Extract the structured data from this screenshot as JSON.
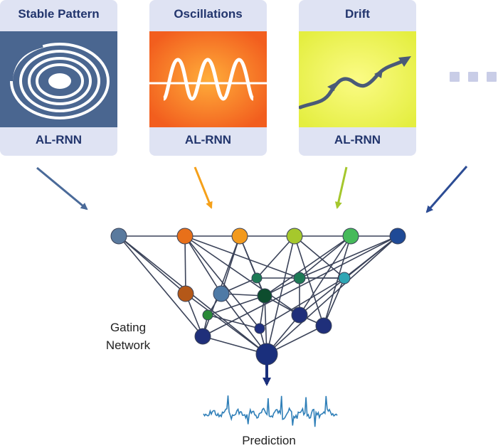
{
  "cards": [
    {
      "title": "Stable Pattern",
      "model": "AL-RNN",
      "panel_color": "#4a6690",
      "icon": "spiral-icon"
    },
    {
      "title": "Oscillations",
      "model": "AL-RNN",
      "panel_color": "#f7792a",
      "icon": "sine-wave-icon"
    },
    {
      "title": "Drift",
      "model": "AL-RNN",
      "panel_color": "#f0f258",
      "icon": "drift-arrow-icon"
    }
  ],
  "more_indicator": "ellipsis-dots-icon",
  "gating": {
    "label_line1": "Gating",
    "label_line2": "Network"
  },
  "prediction": {
    "label": "Prediction",
    "color": "#2f7fb8"
  },
  "colors": {
    "card_bg": "#dfe3f3",
    "title_text": "#22356d",
    "arrow_blue": "#4a6a99",
    "arrow_orange": "#f5a019",
    "arrow_green": "#a5c72d",
    "arrow_navy": "#2c4c94",
    "edge": "#3a4258"
  },
  "network": {
    "nodes": [
      {
        "id": "i1",
        "color": "#5a7a9e"
      },
      {
        "id": "i2",
        "color": "#e8701a"
      },
      {
        "id": "i3",
        "color": "#f29a1e"
      },
      {
        "id": "i4",
        "color": "#a6c82c"
      },
      {
        "id": "i5",
        "color": "#46ba5a"
      },
      {
        "id": "i6",
        "color": "#1f4a96"
      },
      {
        "id": "a1",
        "color": "#1d7a55"
      },
      {
        "id": "a2",
        "color": "#1d7a55"
      },
      {
        "id": "a3",
        "color": "#2fa6b4"
      },
      {
        "id": "b1",
        "color": "#b45818"
      },
      {
        "id": "b2",
        "color": "#4e7aa6"
      },
      {
        "id": "b3",
        "color": "#0d4d2e"
      },
      {
        "id": "c1",
        "color": "#2a8a38"
      },
      {
        "id": "c2",
        "color": "#1f2f7a"
      },
      {
        "id": "c3",
        "color": "#1f2f7a"
      },
      {
        "id": "d1",
        "color": "#1f2f7a"
      },
      {
        "id": "d2",
        "color": "#1f2f80"
      },
      {
        "id": "out",
        "color": "#1a2f7c"
      }
    ],
    "edges": [
      [
        "i1",
        "i6"
      ],
      [
        "i1",
        "d1"
      ],
      [
        "i1",
        "out"
      ],
      [
        "i1",
        "b1"
      ],
      [
        "i2",
        "b1"
      ],
      [
        "i2",
        "a2"
      ],
      [
        "i2",
        "c2"
      ],
      [
        "i2",
        "d2"
      ],
      [
        "i2",
        "b2"
      ],
      [
        "i3",
        "b2"
      ],
      [
        "i3",
        "a1"
      ],
      [
        "i3",
        "b3"
      ],
      [
        "i3",
        "d1"
      ],
      [
        "i4",
        "a1"
      ],
      [
        "i4",
        "c3"
      ],
      [
        "i4",
        "a3"
      ],
      [
        "i4",
        "out"
      ],
      [
        "i5",
        "a2"
      ],
      [
        "i5",
        "c2"
      ],
      [
        "i5",
        "b3"
      ],
      [
        "i5",
        "c3"
      ],
      [
        "i6",
        "a2"
      ],
      [
        "i6",
        "a3"
      ],
      [
        "i6",
        "d1"
      ],
      [
        "i6",
        "out"
      ],
      [
        "i6",
        "c2"
      ],
      [
        "a1",
        "b3"
      ],
      [
        "a1",
        "b2"
      ],
      [
        "a1",
        "a3"
      ],
      [
        "a2",
        "b3"
      ],
      [
        "a2",
        "c2"
      ],
      [
        "a2",
        "a3"
      ],
      [
        "a3",
        "c3"
      ],
      [
        "a3",
        "d2"
      ],
      [
        "b1",
        "d1"
      ],
      [
        "b1",
        "out"
      ],
      [
        "b2",
        "b3"
      ],
      [
        "b2",
        "c1"
      ],
      [
        "b2",
        "out"
      ],
      [
        "b3",
        "c1"
      ],
      [
        "b3",
        "c2"
      ],
      [
        "b3",
        "d2"
      ],
      [
        "b3",
        "out"
      ],
      [
        "c1",
        "d1"
      ],
      [
        "c1",
        "d2"
      ],
      [
        "c2",
        "out"
      ],
      [
        "c2",
        "c3"
      ],
      [
        "c3",
        "out"
      ],
      [
        "d2",
        "out"
      ],
      [
        "d1",
        "out"
      ]
    ]
  }
}
